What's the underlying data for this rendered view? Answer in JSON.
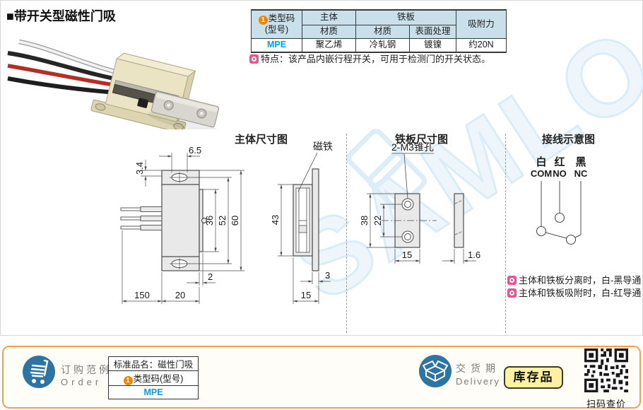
{
  "page": {
    "title": "■带开关型磁性门吸",
    "watermark": "SAMLO"
  },
  "spec_table": {
    "badge": "1",
    "type_code_line1": "类型码",
    "type_code_line2": "(型号)",
    "body": "主体",
    "plate": "铁板",
    "force": "吸附力",
    "material": "材质",
    "material2": "材质",
    "surface": "表面处理",
    "row": {
      "model": "MPE",
      "body_material": "聚乙烯",
      "plate_material": "冷轧钢",
      "surface": "镀镍",
      "force": "约20N"
    }
  },
  "feature": {
    "text": "特点：该产品内嵌行程开关，可用于检测门的开关状态。"
  },
  "drawings": {
    "main": {
      "title": "主体尺寸图",
      "magnet": "磁铁",
      "dims": {
        "d34": "3.4",
        "d65": "6.5",
        "d36": "36",
        "d52": "52",
        "d60": "60",
        "d2": "2",
        "d150": "150",
        "d20": "20",
        "d43": "43",
        "d3": "3",
        "d15": "15"
      }
    },
    "plate": {
      "title": "铁板尺寸图",
      "hole": "2-M3锥孔",
      "dims": {
        "d38": "38",
        "d22": "22",
        "d15": "15",
        "d16": "1.6"
      }
    },
    "wiring": {
      "title": "接线示意图",
      "terminals": [
        {
          "color": "白",
          "code": "COM"
        },
        {
          "color": "红",
          "code": "NO"
        },
        {
          "color": "黑",
          "code": "NC"
        }
      ],
      "notes": [
        "主体和铁板分离时，白-黑导通",
        "主体和铁板吸附时，白-红导通"
      ]
    }
  },
  "footer": {
    "order_cn": "订购范例",
    "order_en": "Order",
    "box": {
      "name_label": "标准品名：磁性门吸",
      "badge": "1",
      "type_label": "类型码(型号)",
      "model": "MPE"
    },
    "delivery_cn": "交货期",
    "delivery_en": "Delivery",
    "stock": "库存品",
    "qr_caption": "扫码查价"
  },
  "colors": {
    "accent_blue": "#00a0e9",
    "table_header_bg": "#c9dfe9",
    "badge_orange": "#f08300",
    "marker_pink": "#e6538f",
    "footer_border_orange": "#f5a14b",
    "icon_blue": "#2e74a3",
    "stock_yellow": "#fdf1a1"
  }
}
